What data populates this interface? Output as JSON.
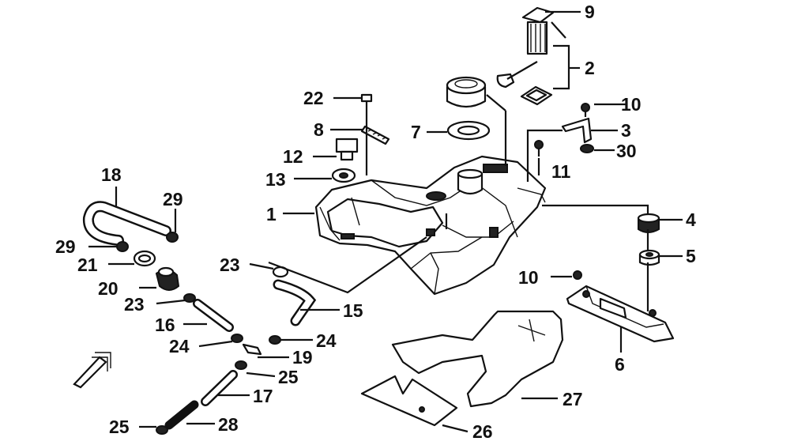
{
  "callouts": {
    "c1": "1",
    "c2": "2",
    "c3": "3",
    "c4": "4",
    "c5": "5",
    "c6": "6",
    "c7": "7",
    "c8": "8",
    "c9": "9",
    "c10a": "10",
    "c10b": "10",
    "c11": "11",
    "c12": "12",
    "c13": "13",
    "c15": "15",
    "c16": "16",
    "c17": "17",
    "c18": "18",
    "c19": "19",
    "c20": "20",
    "c21": "21",
    "c22": "22",
    "c23a": "23",
    "c23b": "23",
    "c24a": "24",
    "c24b": "24",
    "c25a": "25",
    "c25b": "25",
    "c26": "26",
    "c27": "27",
    "c28": "28",
    "c29a": "29",
    "c29b": "29",
    "c30": "30"
  }
}
